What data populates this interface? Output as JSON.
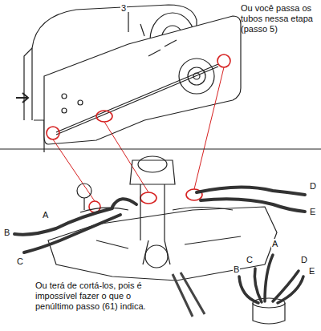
{
  "diagram": {
    "labels": [
      "Ou você passa os tubos nessa etapa (passo 5)",
      "3",
      "A",
      "B",
      "C",
      "D",
      "E",
      "A",
      "B",
      "C",
      "D",
      "E",
      "Ou terá de cortá-los, pois é impossível fazer o que o penúltimo passo (61) indica."
    ]
  }
}
